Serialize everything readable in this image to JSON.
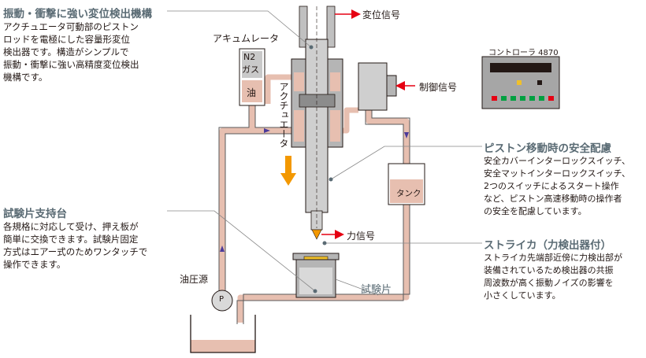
{
  "left_top": {
    "heading": "振動・衝撃に強い変位検出機構",
    "lines": [
      "アクチュエータ可動部のピストン",
      "ロッドを電極にした容量形変位",
      "検出器です。構造がシンプルで",
      "振動・衝撃に強い高精度変位検出",
      "機構です。"
    ]
  },
  "left_bottom": {
    "heading": "試験片支持台",
    "lines": [
      "各規格に対応して受け、押え板が",
      "簡単に交換できます。試験片固定",
      "方式はエアー式のためワンタッチで",
      "操作できます。"
    ]
  },
  "right_mid": {
    "heading": "ピストン移動時の安全配慮",
    "lines": [
      "安全カバーインターロックスイッチ、",
      "安全マットインターロックスイッチ、",
      "2つのスイッチによるスタート操作",
      "など、ピストン高速移動時の操作者",
      "の安全を配慮しています。"
    ]
  },
  "right_bottom": {
    "heading": "ストライカ（力検出器付）",
    "lines": [
      "ストライカ先端部近傍に力検出部が",
      "装備されているため検出器の共振",
      "周波数が高く振動ノイズの影響を",
      "小さくしています。"
    ]
  },
  "labels": {
    "displacement_signal": "変位信号",
    "accumulator": "アキュムレータ",
    "n2_gas_1": "N2",
    "n2_gas_2": "ガス",
    "oil": "油",
    "actuator": "アクチュエータ",
    "control_signal": "制御信号",
    "controller": "コントローラ 4870",
    "tank": "タンク",
    "force_signal": "力信号",
    "specimen": "試験片",
    "hydraulic_source": "油圧源",
    "pump": "P"
  },
  "colors": {
    "pipe": "#e7bfb0",
    "red_arrow": "#e60012",
    "orange_arrow": "#f39800",
    "flow_arrow": "#4b3a9a",
    "heading": "#5a6b74",
    "device_gray": "#b5b5b5",
    "device_dark": "#8c8c8c"
  }
}
